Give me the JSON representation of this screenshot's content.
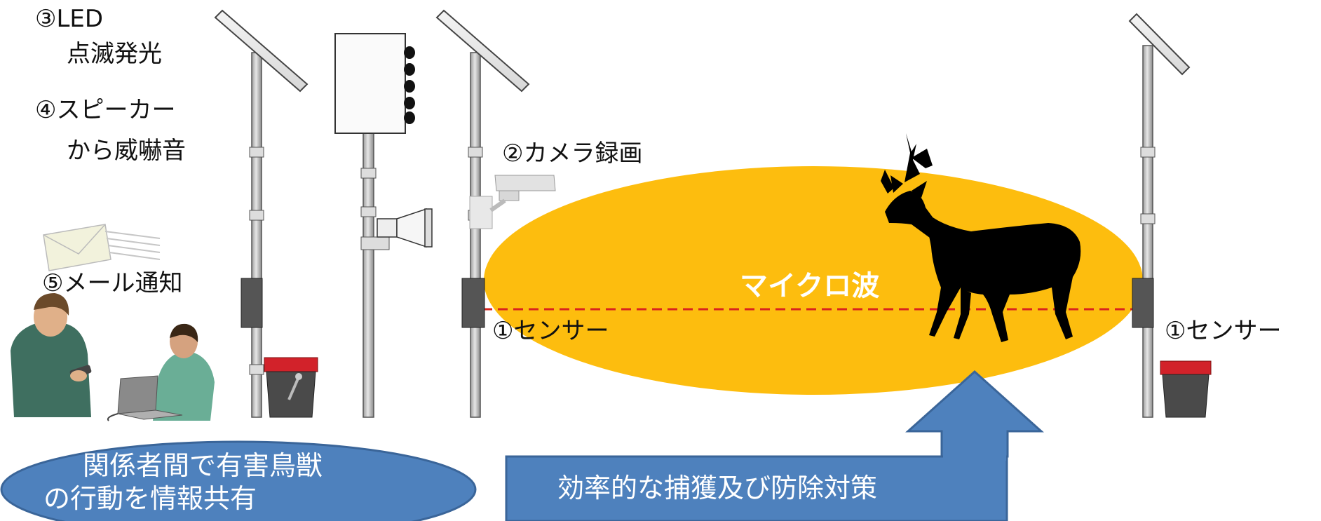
{
  "labels": {
    "led_line1": "③LED",
    "led_line2": "点滅発光",
    "speaker_line1": "④スピーカー",
    "speaker_line2": "から威嚇音",
    "mail": "⑤メール通知",
    "camera": "②カメラ録画",
    "sensor_left": "①センサー",
    "sensor_right": "①センサー",
    "microwave": "マイクロ波"
  },
  "callouts": {
    "sharing_line1": "関係者間で有害鳥獣",
    "sharing_line2": "の行動を情報共有",
    "countermeasure": "効率的な捕獲及び防除対策"
  },
  "colors": {
    "microwave_zone": "#FDBD0E",
    "callout_fill": "#4E81BD",
    "callout_stroke": "#3A6599",
    "beam_line": "#D9231E",
    "pole": "#BDBDBD",
    "solar_panel": "#EDEDED",
    "bucket_lid": "#D2222A"
  }
}
